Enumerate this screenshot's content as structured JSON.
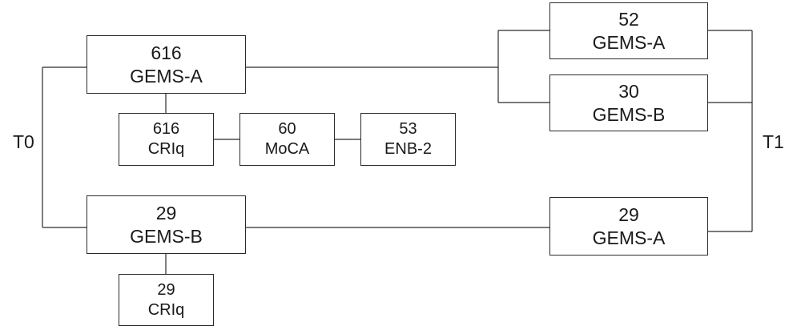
{
  "timepoints": {
    "t0": "T0",
    "t1": "T1"
  },
  "t0": {
    "gems_a": {
      "count": "616",
      "label": "GEMS-A"
    },
    "criq_a": {
      "count": "616",
      "label": "CRIq"
    },
    "moca": {
      "count": "60",
      "label": "MoCA"
    },
    "enb2": {
      "count": "53",
      "label": "ENB-2"
    },
    "gems_b": {
      "count": "29",
      "label": "GEMS-B"
    },
    "criq_b": {
      "count": "29",
      "label": "CRIq"
    }
  },
  "t1": {
    "gems_a_top": {
      "count": "52",
      "label": "GEMS-A"
    },
    "gems_b": {
      "count": "30",
      "label": "GEMS-B"
    },
    "gems_a_bottom": {
      "count": "29",
      "label": "GEMS-A"
    }
  }
}
